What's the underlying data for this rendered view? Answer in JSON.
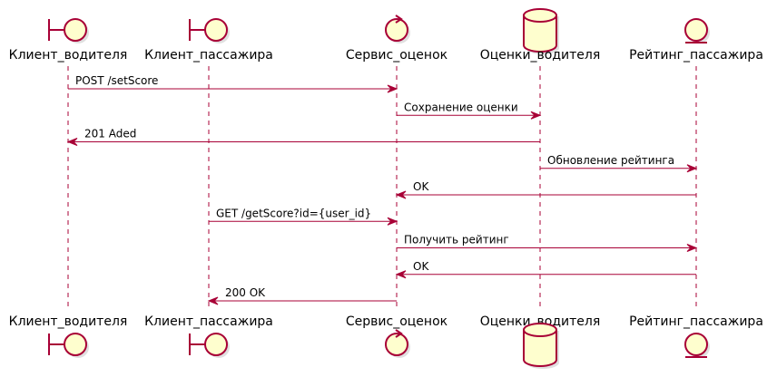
{
  "colors": {
    "line": "#a80036",
    "fill": "#fefece",
    "background": "#ffffff"
  },
  "participants": [
    {
      "id": "driver_client",
      "label": "Клиент_водителя",
      "kind": "boundary"
    },
    {
      "id": "passenger_client",
      "label": "Клиент_пассажира",
      "kind": "boundary"
    },
    {
      "id": "rating_service",
      "label": "Сервис_оценок",
      "kind": "control"
    },
    {
      "id": "driver_ratings",
      "label": "Оценки_водителя",
      "kind": "database"
    },
    {
      "id": "passenger_rating",
      "label": "Рейтинг_пассажира",
      "kind": "entity"
    }
  ],
  "messages": [
    {
      "from": 0,
      "to": 2,
      "label": "POST /setScore"
    },
    {
      "from": 2,
      "to": 3,
      "label": "Сохранение оценки"
    },
    {
      "from": 3,
      "to": 0,
      "label": "201 Aded"
    },
    {
      "from": 3,
      "to": 4,
      "label": "Обновление рейтинга"
    },
    {
      "from": 4,
      "to": 2,
      "label": "OK"
    },
    {
      "from": 1,
      "to": 2,
      "label": "GET /getScore?id={user_id}"
    },
    {
      "from": 2,
      "to": 4,
      "label": "Получить рейтинг"
    },
    {
      "from": 4,
      "to": 2,
      "label": "OK"
    },
    {
      "from": 2,
      "to": 1,
      "label": "200 OK"
    }
  ]
}
